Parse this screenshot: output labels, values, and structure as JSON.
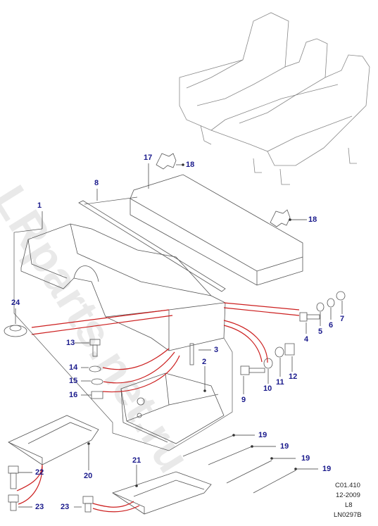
{
  "watermark": "LRparts.net.ru",
  "callouts": [
    {
      "id": "c1",
      "text": "1"
    },
    {
      "id": "c2",
      "text": "2"
    },
    {
      "id": "c3",
      "text": "3"
    },
    {
      "id": "c4",
      "text": "4"
    },
    {
      "id": "c5",
      "text": "5"
    },
    {
      "id": "c6",
      "text": "6"
    },
    {
      "id": "c7",
      "text": "7"
    },
    {
      "id": "c8",
      "text": "8"
    },
    {
      "id": "c9",
      "text": "9"
    },
    {
      "id": "c10",
      "text": "10"
    },
    {
      "id": "c11",
      "text": "11"
    },
    {
      "id": "c12",
      "text": "12"
    },
    {
      "id": "c13",
      "text": "13"
    },
    {
      "id": "c14",
      "text": "14"
    },
    {
      "id": "c15",
      "text": "15"
    },
    {
      "id": "c16",
      "text": "16"
    },
    {
      "id": "c17",
      "text": "17"
    },
    {
      "id": "c18a",
      "text": "18"
    },
    {
      "id": "c18b",
      "text": "18"
    },
    {
      "id": "c19a",
      "text": "19"
    },
    {
      "id": "c19b",
      "text": "19"
    },
    {
      "id": "c19c",
      "text": "19"
    },
    {
      "id": "c19d",
      "text": "19"
    },
    {
      "id": "c20",
      "text": "20"
    },
    {
      "id": "c21",
      "text": "21"
    },
    {
      "id": "c22",
      "text": "22"
    },
    {
      "id": "c23a",
      "text": "23"
    },
    {
      "id": "c23b",
      "text": "23"
    },
    {
      "id": "c24",
      "text": "24"
    }
  ],
  "reference": {
    "code": "C01.410",
    "date": "12-2009",
    "model": "L8",
    "drawing": "LN0297B"
  },
  "colors": {
    "callout": "#1a1a8c",
    "leader": "#cc1f1f",
    "line": "#333333"
  }
}
